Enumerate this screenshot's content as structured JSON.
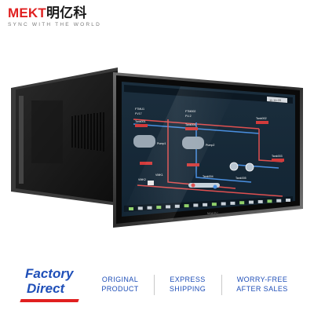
{
  "brand": {
    "name_prefix": "MEKT",
    "name_suffix": "明亿科",
    "tagline": "SYNC WITH THE WORLD",
    "color": "#e02020"
  },
  "screen": {
    "tags": [
      "FTMU1",
      "FV17",
      "Tank001",
      "Pump1",
      "FTM002",
      "FV-2",
      "Tank001",
      "Pump2",
      "Tank002",
      "Tank003",
      "Tank004",
      "Tank005",
      "VMK1",
      "VMK2"
    ],
    "status_label": "11 11:20",
    "button_labels": [
      "",
      "",
      "",
      "",
      "",
      "",
      "",
      "",
      "",
      "",
      "",
      "",
      "",
      "",
      "",
      "",
      "",
      ""
    ]
  },
  "footer": {
    "line1": "Factory",
    "line2": "Direct",
    "features": [
      {
        "l1": "ORIGINAL",
        "l2": "PRODUCT"
      },
      {
        "l1": "EXPRESS",
        "l2": "SHIPPING"
      },
      {
        "l1": "WORRY-FREE",
        "l2": "AFTER SALES"
      }
    ],
    "accent": "#1f4fb8"
  }
}
